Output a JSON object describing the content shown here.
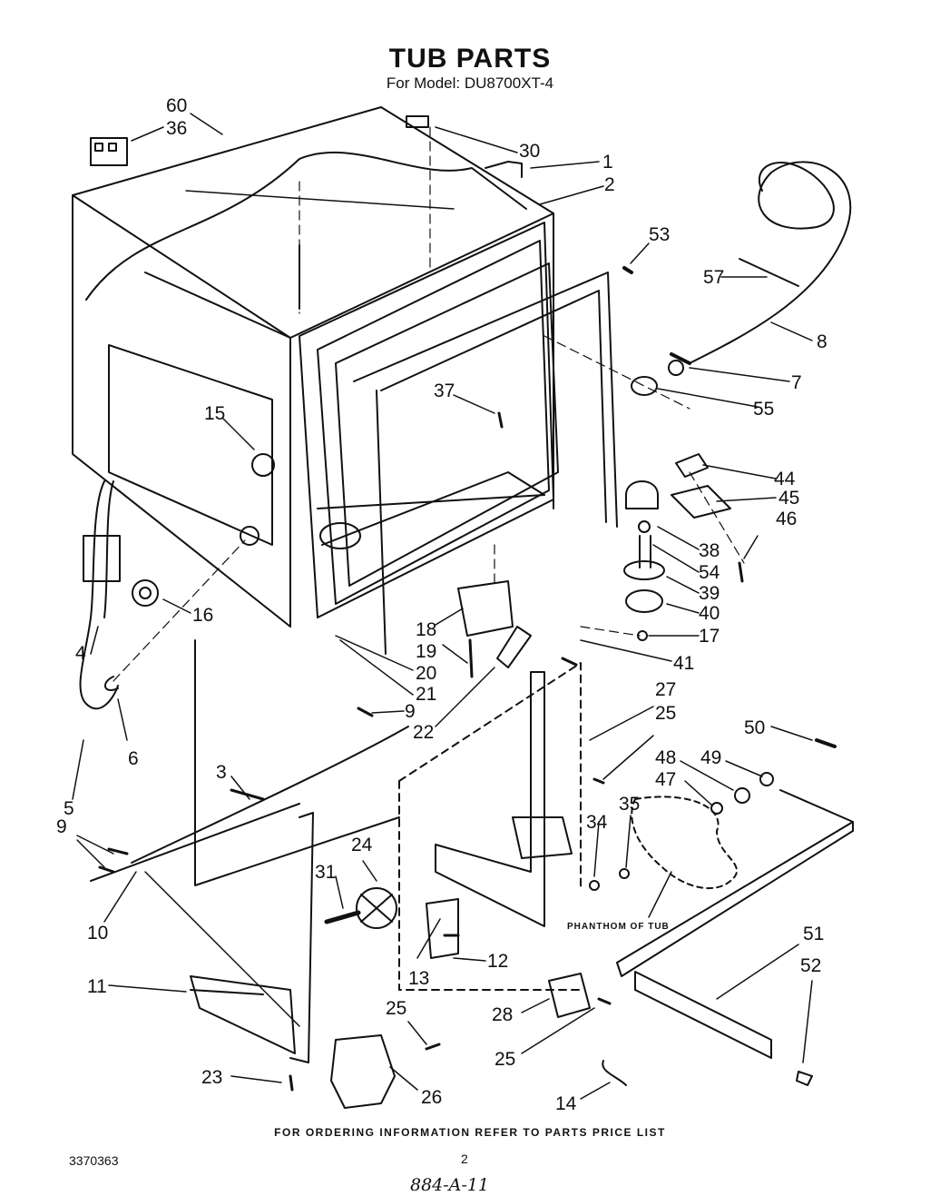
{
  "title": "TUB PARTS",
  "subtitle": "For Model: DU8700XT-4",
  "footer": "FOR ORDERING INFORMATION REFER TO PARTS PRICE LIST",
  "doc_number": "3370363",
  "page_number": "2",
  "handwritten_note": "884-A-11",
  "annotation": "PHANTHOM OF TUB",
  "callouts": [
    "60",
    "36",
    "30",
    "1",
    "2",
    "53",
    "57",
    "8",
    "7",
    "55",
    "37",
    "15",
    "44",
    "45",
    "46",
    "38",
    "54",
    "39",
    "40",
    "17",
    "16",
    "18",
    "19",
    "20",
    "21",
    "4",
    "41",
    "9",
    "22",
    "27",
    "25",
    "50",
    "6",
    "48",
    "49",
    "47",
    "35",
    "5",
    "3",
    "34",
    "24",
    "31",
    "10",
    "11",
    "13",
    "12",
    "51",
    "52",
    "28",
    "25",
    "26",
    "23",
    "14"
  ]
}
